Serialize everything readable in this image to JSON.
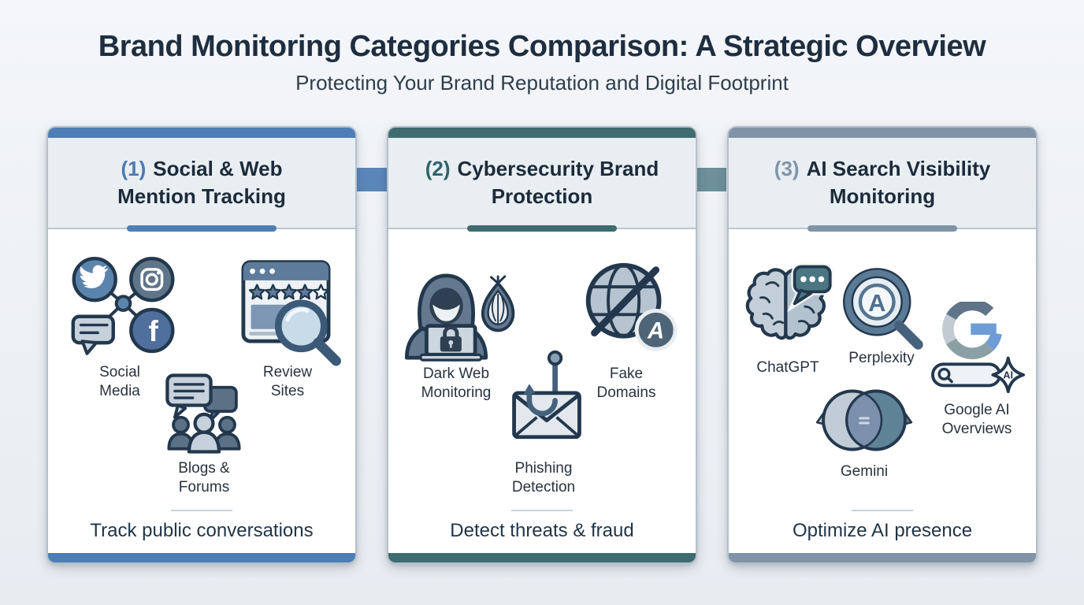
{
  "page": {
    "title": "Brand Monitoring Categories Comparison: A Strategic Overview",
    "subtitle": "Protecting Your Brand Reputation and Digital Footprint",
    "background": "#edf0f4",
    "title_color": "#1e2e40"
  },
  "connectors": [
    {
      "between": "card-1-and-card-2",
      "color": "#5b87b8"
    },
    {
      "between": "card-2-and-card-3",
      "color": "#6d909a"
    }
  ],
  "cards": [
    {
      "number": "(1)",
      "title": "Social & Web Mention Tracking",
      "accent": "#4d7fb6",
      "number_color": "#4b7ab1",
      "footer": "Track public conversations",
      "items": [
        {
          "label": "Social Media",
          "icon": "social-network-icon"
        },
        {
          "label": "Review Sites",
          "icon": "review-sites-icon"
        },
        {
          "label": "Blogs & Forums",
          "icon": "blogs-forums-icon"
        }
      ]
    },
    {
      "number": "(2)",
      "title": "Cybersecurity Brand Protection",
      "accent": "#3f6c70",
      "number_color": "#2f6468",
      "footer": "Detect threats & fraud",
      "items": [
        {
          "label": "Dark Web Monitoring",
          "icon": "dark-web-monitoring-icon"
        },
        {
          "label": "Fake Domains",
          "icon": "fake-domains-icon"
        },
        {
          "label": "Phishing Detection",
          "icon": "phishing-detection-icon"
        }
      ]
    },
    {
      "number": "(3)",
      "title": "AI Search Visibility Monitoring",
      "accent": "#8194a7",
      "number_color": "#8295a8",
      "footer": "Optimize AI presence",
      "items": [
        {
          "label": "ChatGPT",
          "icon": "chatgpt-brain-icon"
        },
        {
          "label": "Perplexity",
          "icon": "perplexity-magnifier-icon"
        },
        {
          "label": "Google AI Overviews",
          "icon": "google-ai-overviews-icon"
        },
        {
          "label": "Gemini",
          "icon": "gemini-profiles-icon"
        }
      ]
    }
  ],
  "icon_glyphs": {
    "facebook_letter": "f",
    "perplexity_letter": "A",
    "ai_badge": "AI"
  }
}
